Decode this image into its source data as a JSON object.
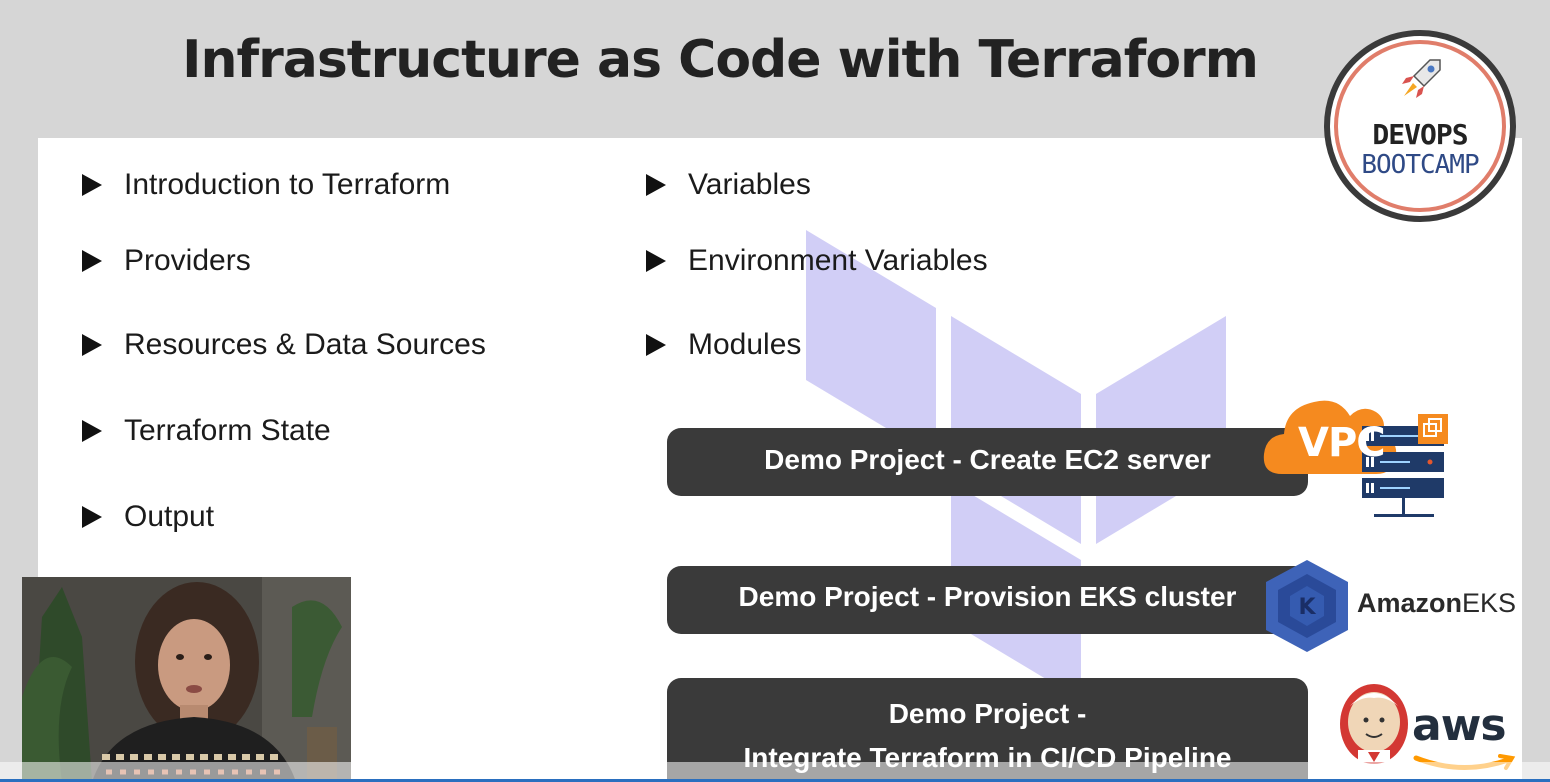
{
  "slide": {
    "title": "Infrastructure as Code with Terraform"
  },
  "badge": {
    "line1": "DEVOPS",
    "line2": "BOOTCAMP",
    "icon": "rocket-icon"
  },
  "bullets_left": [
    "Introduction to Terraform",
    "Providers",
    "Resources & Data Sources",
    "Terraform State",
    "Output"
  ],
  "bullets_right": [
    "Variables",
    "Environment Variables",
    "Modules"
  ],
  "demos": {
    "demo1": "Demo Project - Create EC2 server",
    "demo2": "Demo Project - Provision EKS cluster",
    "demo3_line1": "Demo Project -",
    "demo3_line2": "Integrate Terraform in CI/CD Pipeline"
  },
  "logos": {
    "vpc_label": "VPC",
    "eks_amazon": "Amazon",
    "eks_suffix": "EKS",
    "aws_label": "aws"
  },
  "colors": {
    "background": "#d6d6d6",
    "panel": "#ffffff",
    "pill": "#3a3a3a",
    "watermark": "#c9c5f5",
    "badge_accent": "#e07d6a",
    "badge_blue": "#2f4a86",
    "vpc_orange": "#f58a1f",
    "eks_blue": "#3e63b8"
  }
}
